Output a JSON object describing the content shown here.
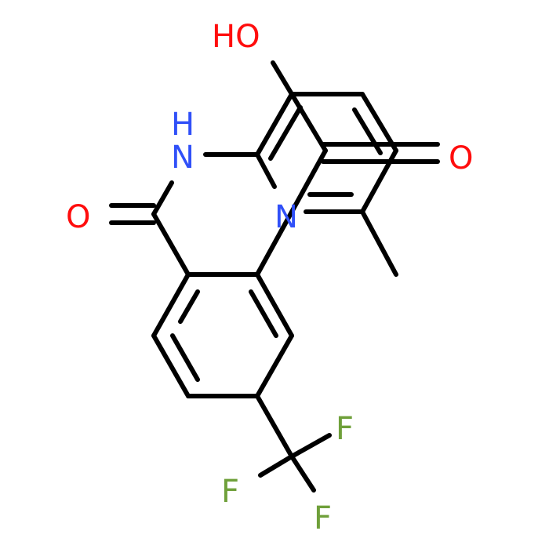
{
  "colors": {
    "background": "#ffffff",
    "bond": "#000000",
    "oxygen": "#ff0d0d",
    "nitrogen": "#3050f8",
    "fluorine": "#6fa03a"
  },
  "atoms": {
    "hydroxyl_label": "HO",
    "amide_nh_label": "H",
    "amide_n_label": "N",
    "ring_n_label": "N",
    "carbonyl_o_left_label": "O",
    "carbonyl_o_right_label": "O",
    "fluorine_top_label": "F",
    "fluorine_left_label": "F",
    "fluorine_bottom_label": "F"
  }
}
